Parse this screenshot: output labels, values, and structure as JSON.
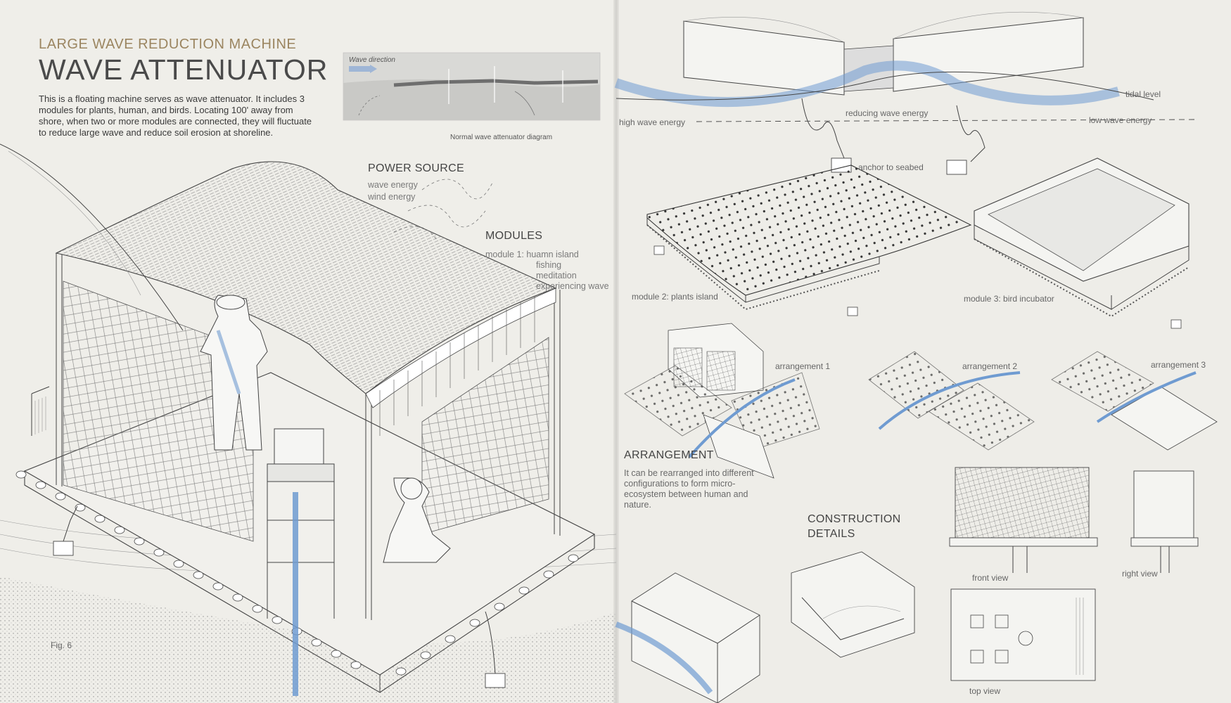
{
  "left": {
    "kicker": "LARGE WAVE REDUCTION MACHINE",
    "title": "WAVE ATTENUATOR",
    "intro": "This is a floating machine serves as wave attenuator. It includes 3 modules for plants, human, and birds. Locating 100' away from shore, when two or more modules are connected, they will fluctuate to reduce large wave and reduce soil erosion at shoreline.",
    "inset_label": "Wave direction",
    "inset_caption": "Normal wave attenuator diagram",
    "power_title": "POWER SOURCE",
    "power_items": [
      "wave energy",
      "wind energy"
    ],
    "modules_title": "MODULES",
    "module1_lines": [
      "module 1: huamn island",
      "fishing",
      "meditation",
      "experiencing wave"
    ],
    "fig": "Fig. 6"
  },
  "right": {
    "section_labels": {
      "tidal": "tidal level",
      "high": "high wave energy",
      "reducing": "reducing wave energy",
      "low": "low wave energy",
      "anchor": "anchor to seabed"
    },
    "module2": "module 2: plants island",
    "module3": "module 3: bird incubator",
    "arr1": "arrangement 1",
    "arr2": "arrangement 2",
    "arr3": "arrangement 3",
    "arrangement_title": "ARRANGEMENT",
    "arrangement_text": "It can be rearranged into different configurations to form micro-ecosystem between human and nature.",
    "construction_title": [
      "CONSTRUCTION",
      "DETAILS"
    ],
    "front": "front view",
    "rightview": "right view",
    "top": "top view"
  },
  "colors": {
    "water": "#6f9bd1",
    "accent": "#9b8560",
    "ink": "#444444",
    "paper": "#efeee9"
  }
}
